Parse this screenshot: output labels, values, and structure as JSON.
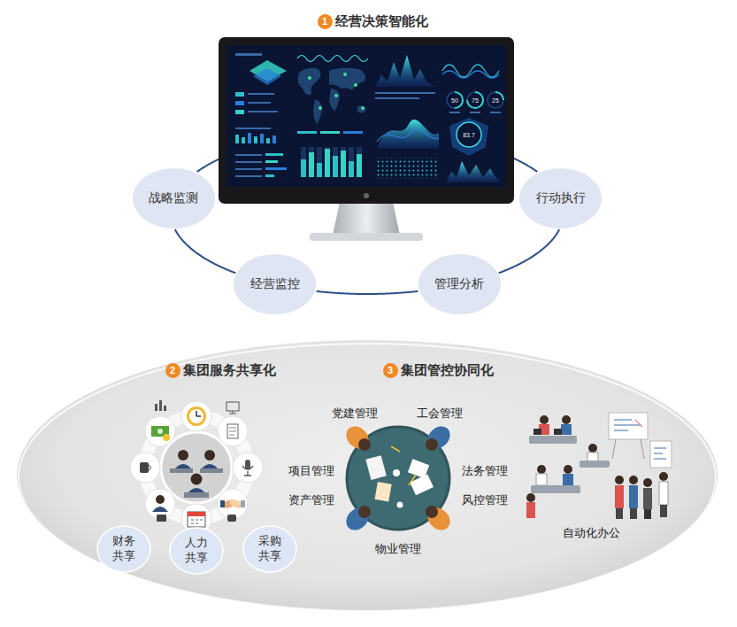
{
  "diagram": {
    "nodes": [
      {
        "text": [
          "战略监测"
        ]
      },
      {
        "text": [
          "行动执行"
        ]
      },
      {
        "text": [
          "经营监控"
        ]
      },
      {
        "text": [
          "管理分析"
        ]
      },
      {
        "text": [
          "财务 共享"
        ]
      },
      {
        "text": [
          "人力 共享"
        ]
      },
      {
        "text": [
          "采购 共享"
        ]
      }
    ],
    "edges": [
      {
        "from": 0,
        "to": 2,
        "arrow": "none"
      },
      {
        "from": 2,
        "to": 3,
        "arrow": "none"
      },
      {
        "from": 3,
        "to": 1,
        "arrow": "none"
      },
      {
        "from": 1,
        "to": 0,
        "arrow": "none"
      }
    ],
    "labels": [
      "1",
      "经营决策智能化",
      "50",
      "75",
      "25",
      "83.7",
      "2",
      "集团服务共享化",
      "3",
      "集团管控协同化",
      "党建管理",
      "工会管理",
      "项目管理",
      "法务管理",
      "资产管理",
      "风控管理",
      "物业管理",
      "自动化办公"
    ]
  }
}
